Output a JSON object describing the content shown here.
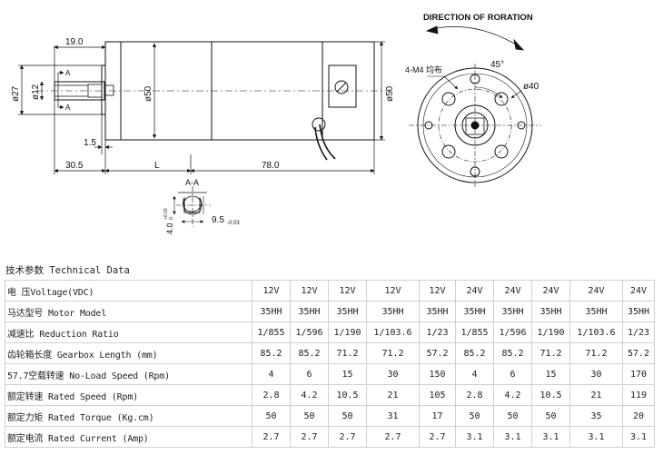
{
  "drawing": {
    "direction_label": "DIRECTION OF RORATION",
    "dims": {
      "d19": "19.0",
      "d27": "ø27",
      "d12": "ø12",
      "sec_a": "A",
      "d50_body": "ø50",
      "d50_side": "ø50",
      "d15": "1.5",
      "d305": "30.5",
      "dL": "L",
      "d78": "78.0",
      "m4": "4-M4 均布",
      "angle45": "45°",
      "d40": "ø40",
      "aa": "A-A",
      "d40_tol": "4.0",
      "tol_plus": "+0.03",
      "tol_zero": "0",
      "d95": "9.5",
      "d95_tol": "-0.03"
    }
  },
  "table": {
    "title": "技术参数 Technical Data",
    "rows": [
      {
        "label": "电 压Voltage(VDC)",
        "values": [
          "12V",
          "12V",
          "12V",
          "12V",
          "12V",
          "24V",
          "24V",
          "24V",
          "24V",
          "24V"
        ]
      },
      {
        "label": "马达型号 Motor Model",
        "values": [
          "35HH",
          "35HH",
          "35HH",
          "35HH",
          "35HH",
          "35HH",
          "35HH",
          "35HH",
          "35HH",
          "35HH"
        ]
      },
      {
        "label": "减速比 Reduction Ratio",
        "values": [
          "1/855",
          "1/596",
          "1/190",
          "1/103.6",
          "1/23",
          "1/855",
          "1/596",
          "1/190",
          "1/103.6",
          "1/23"
        ]
      },
      {
        "label": "齿轮箱长度 Gearbox Length (mm)",
        "values": [
          "85.2",
          "85.2",
          "71.2",
          "71.2",
          "57.2",
          "85.2",
          "85.2",
          "71.2",
          "71.2",
          "57.2"
        ]
      },
      {
        "label": "57.7空载转速 No-Load Speed (Rpm)",
        "values": [
          "4",
          "6",
          "15",
          "30",
          "150",
          "4",
          "6",
          "15",
          "30",
          "170"
        ]
      },
      {
        "label": "额定转速 Rated Speed (Rpm)",
        "values": [
          "2.8",
          "4.2",
          "10.5",
          "21",
          "105",
          "2.8",
          "4.2",
          "10.5",
          "21",
          "119"
        ]
      },
      {
        "label": "额定力矩 Rated Torque (Kg.cm)",
        "values": [
          "50",
          "50",
          "50",
          "31",
          "17",
          "50",
          "50",
          "50",
          "35",
          "20"
        ]
      },
      {
        "label": "额定电流 Rated Current (Amp)",
        "values": [
          "2.7",
          "2.7",
          "2.7",
          "2.7",
          "2.7",
          "3.1",
          "3.1",
          "3.1",
          "3.1",
          "3.1"
        ]
      }
    ]
  }
}
